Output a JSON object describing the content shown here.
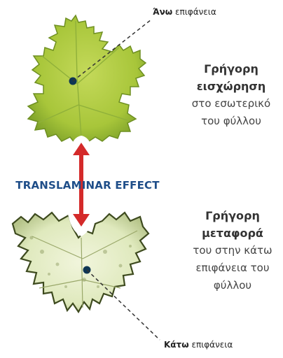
{
  "top_surface": {
    "bold": "Άνω",
    "rest": "επιφάνεια"
  },
  "bottom_surface": {
    "bold": "Κάτω",
    "rest": "επιφάνεια"
  },
  "top_description": {
    "line1": "Γρήγορη",
    "line2": "εισχώρηση",
    "line3": "στο εσωτερικό",
    "line4": "του φύλλου"
  },
  "bottom_description": {
    "line1": "Γρήγορη",
    "line2": "μεταφορά",
    "line3": "του στην κάτω",
    "line4": "επιφάνεια του",
    "line5": "φύλλου"
  },
  "effect_label": "TRANSLAMINAR EFFECT",
  "colors": {
    "top_leaf": "#a8c63a",
    "top_leaf_dark": "#6e8f22",
    "bottom_leaf": "#e3ecc4",
    "bottom_leaf_dark": "#3d4a1e",
    "arrow": "#d42a2a",
    "dot": "#0f3654",
    "title": "#1f4e89"
  }
}
